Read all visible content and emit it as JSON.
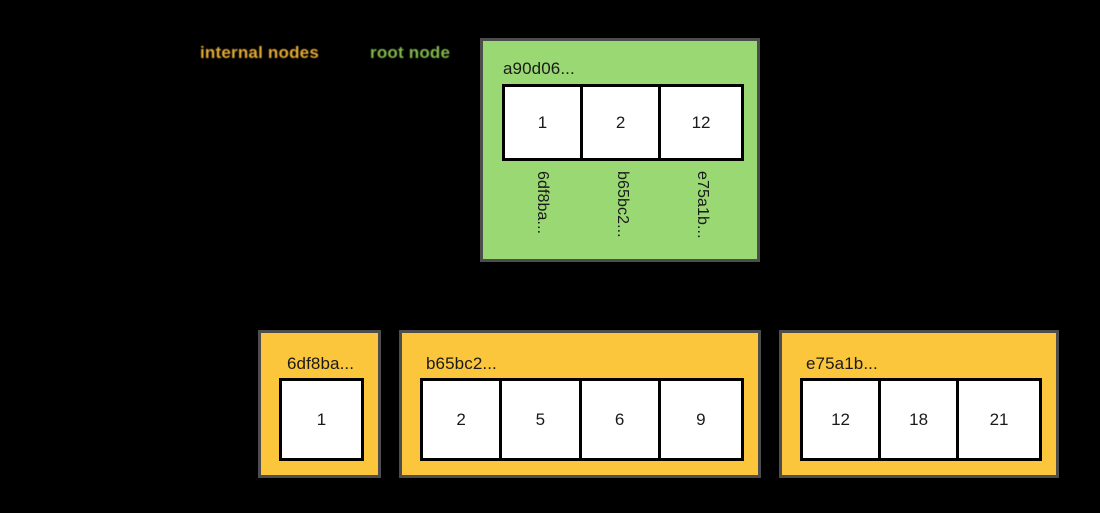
{
  "diagram": {
    "title": "merkle-b-tree",
    "background_color": "#000000",
    "colors": {
      "root_fill": "#9ad873",
      "internal_fill": "#fbc63c",
      "node_border": "#4d4d4d",
      "cell_border": "#000000",
      "cell_fill": "#ffffff",
      "text": "#1a1a1a",
      "legend_internal": "#f5b73a",
      "legend_root": "#8cc751",
      "link_stroke": "#000000"
    }
  },
  "legend": {
    "items": [
      {
        "id": "internal",
        "label": "internal nodes",
        "color": "#f5b73a"
      },
      {
        "id": "root",
        "label": "root node",
        "color": "#8cc751"
      }
    ]
  },
  "root": {
    "hash_label": "a90d06...",
    "keys": [
      "1",
      "2",
      "12"
    ],
    "child_pointers": [
      "6df8ba...",
      "b65bc2...",
      "e75a1b..."
    ]
  },
  "leaves": [
    {
      "hash_label": "6df8ba...",
      "keys": [
        "1"
      ]
    },
    {
      "hash_label": "b65bc2...",
      "keys": [
        "2",
        "5",
        "6",
        "9"
      ]
    },
    {
      "hash_label": "e75a1b...",
      "keys": [
        "12",
        "18",
        "21"
      ]
    }
  ],
  "links": [
    {
      "from": "root",
      "to": "6df8ba...",
      "arrowhead": true
    },
    {
      "from": "root",
      "to": "b65bc2...",
      "arrowhead": true
    },
    {
      "from": "root",
      "to": "e75a1b...",
      "arrowhead": true
    }
  ]
}
